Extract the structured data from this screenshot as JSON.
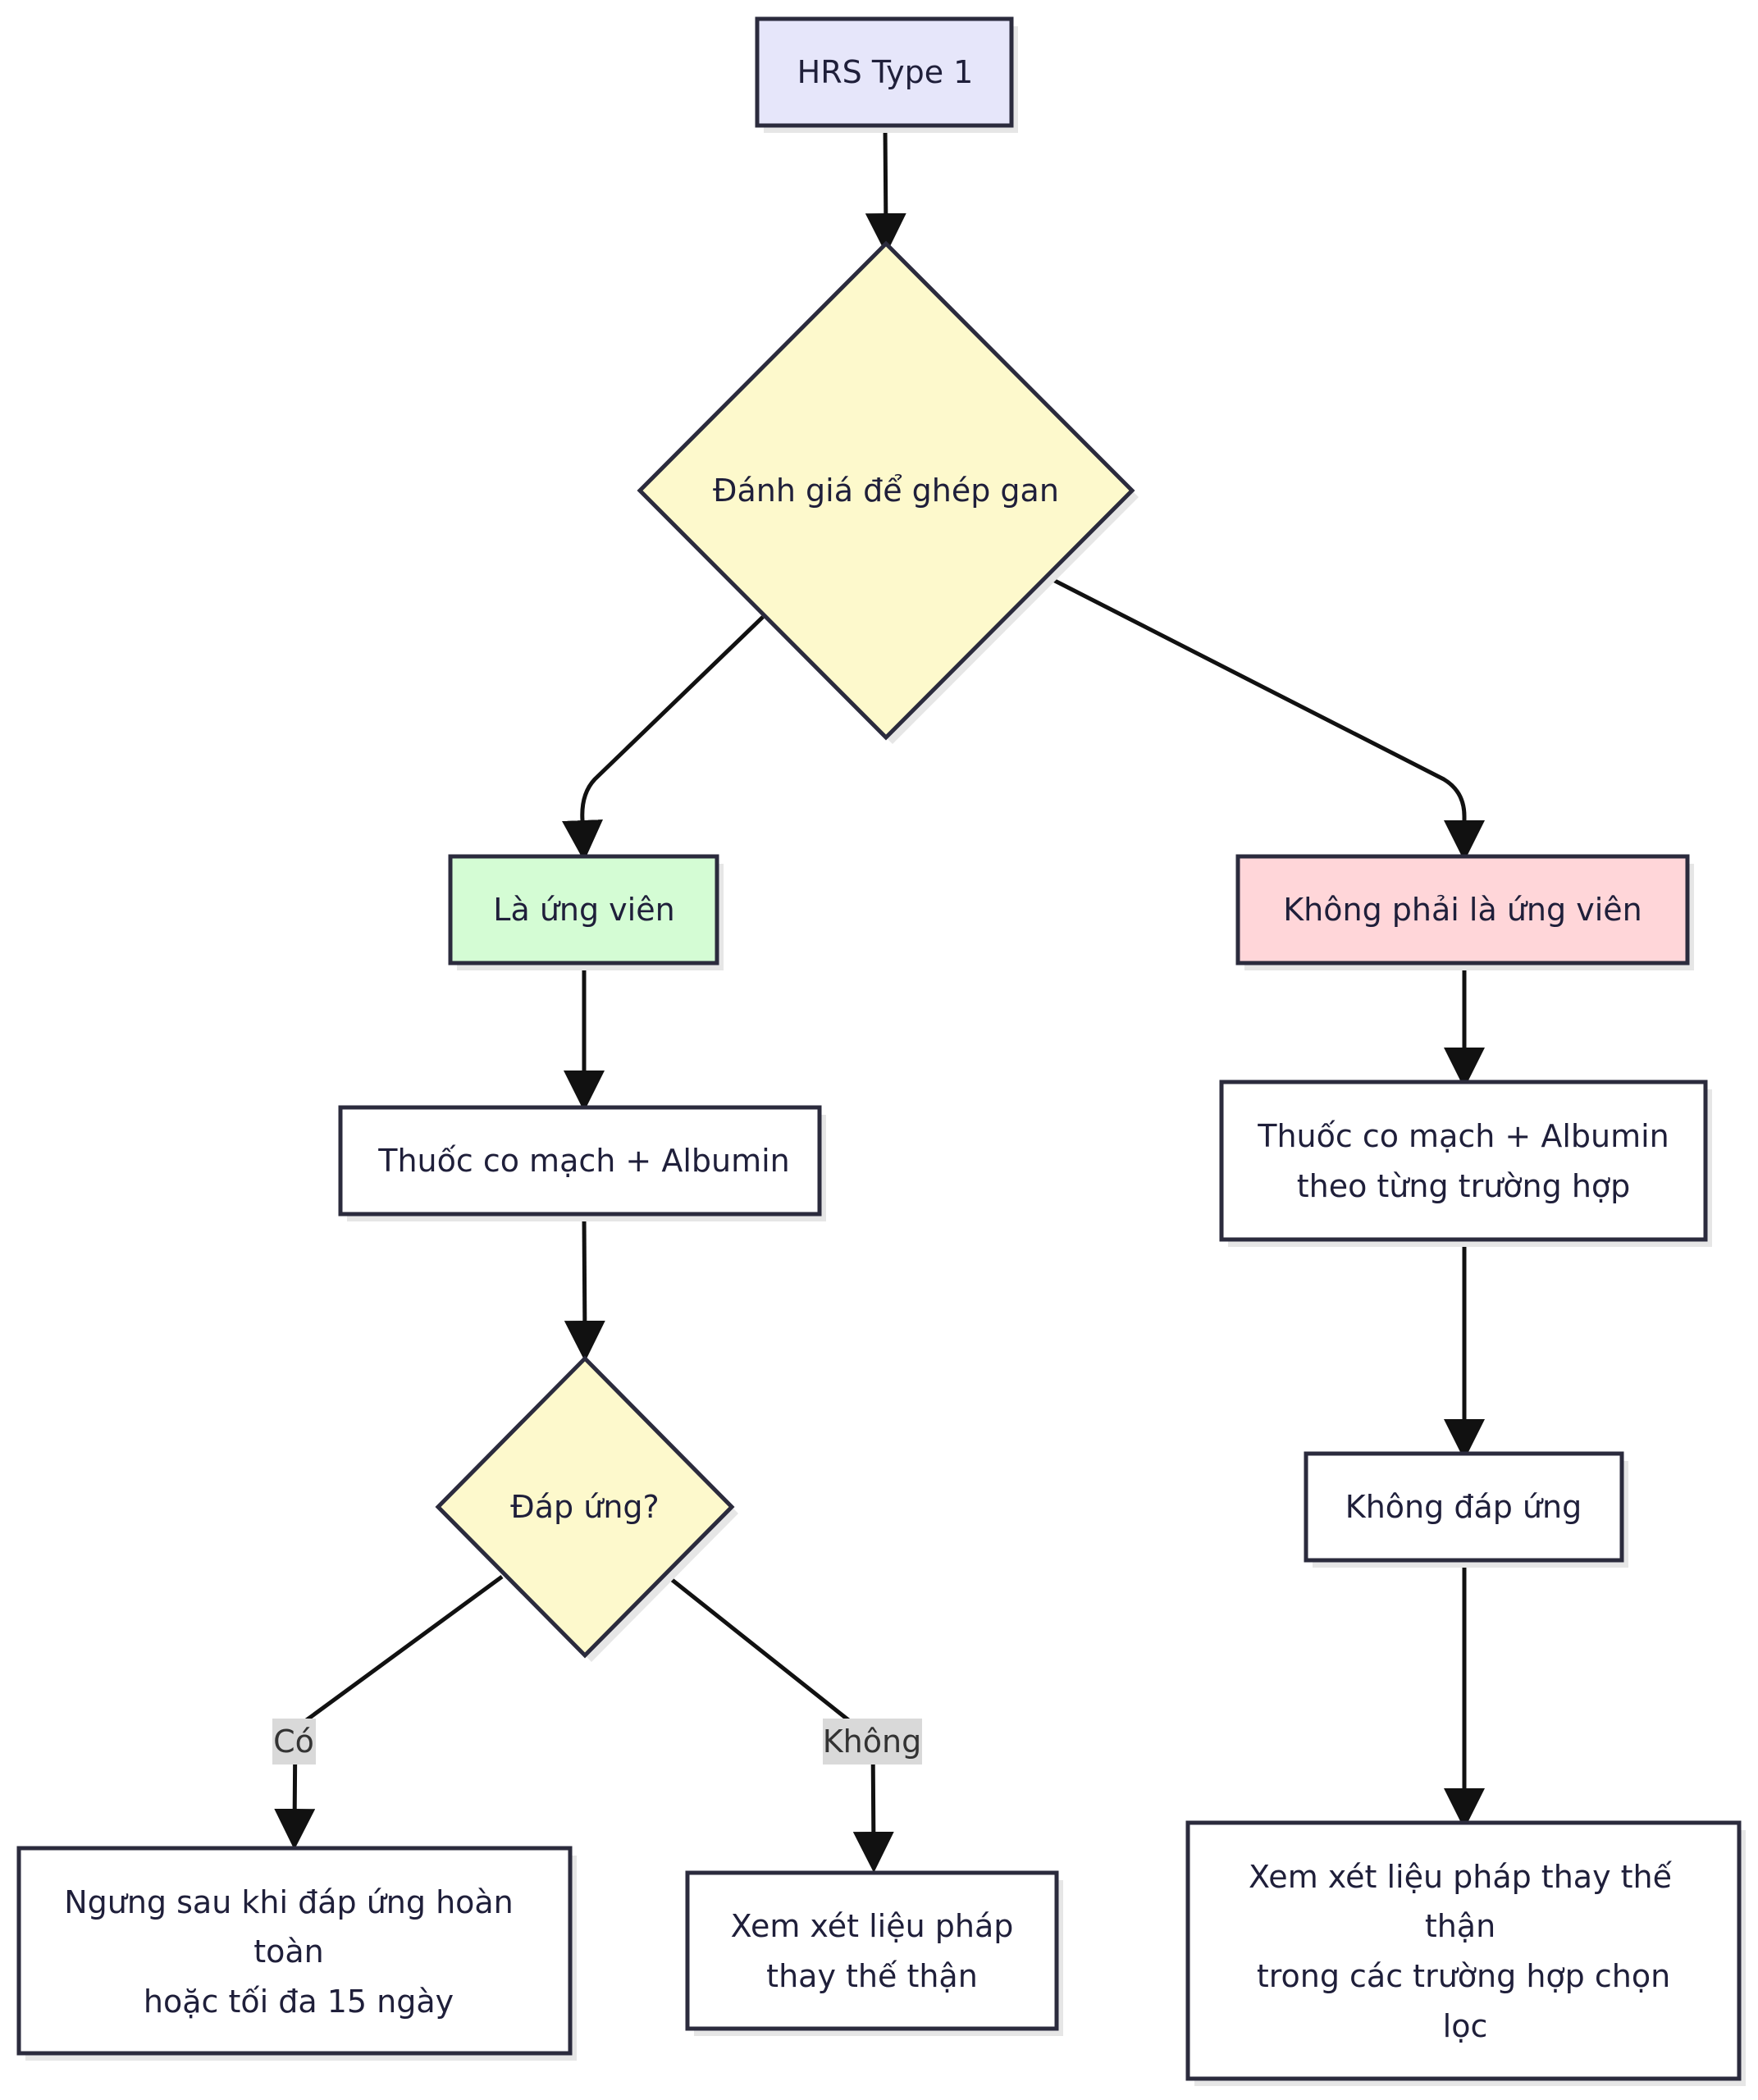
{
  "nodes": {
    "start": {
      "text": "HRS Type 1",
      "fill": "#e6e6fa"
    },
    "assess": {
      "text": "Đánh giá để ghép gan",
      "fill": "#fdf9cc"
    },
    "candidate": {
      "text": "Là ứng viên",
      "fill": "#d4fcd4"
    },
    "not_candidate": {
      "text": "Không phải là ứng viên",
      "fill": "#ffd6d9"
    },
    "vaso_left": {
      "text": "Thuốc co mạch + Albumin",
      "fill": "#ffffff"
    },
    "vaso_right": {
      "line1": "Thuốc co mạch + Albumin",
      "line2": "theo từng trường hợp",
      "fill": "#ffffff"
    },
    "response": {
      "text": "Đáp ứng?",
      "fill": "#fdf9cc"
    },
    "no_response": {
      "text": "Không đáp ứng",
      "fill": "#ffffff"
    },
    "stop": {
      "line1": "Ngưng sau khi đáp ứng hoàn",
      "line2": "toàn",
      "line3": "hoặc tối đa 15 ngày",
      "fill": "#ffffff"
    },
    "rrt_left": {
      "line1": "Xem xét liệu pháp",
      "line2": "thay thế thận",
      "fill": "#ffffff"
    },
    "rrt_right": {
      "line1": "Xem xét liệu pháp thay thế",
      "line2": "thận",
      "line3": "trong các trường hợp chọn",
      "line4": "lọc",
      "fill": "#ffffff"
    }
  },
  "edge_labels": {
    "yes": "Có",
    "no": "Không",
    "label_bg": "#d9d9d9"
  }
}
